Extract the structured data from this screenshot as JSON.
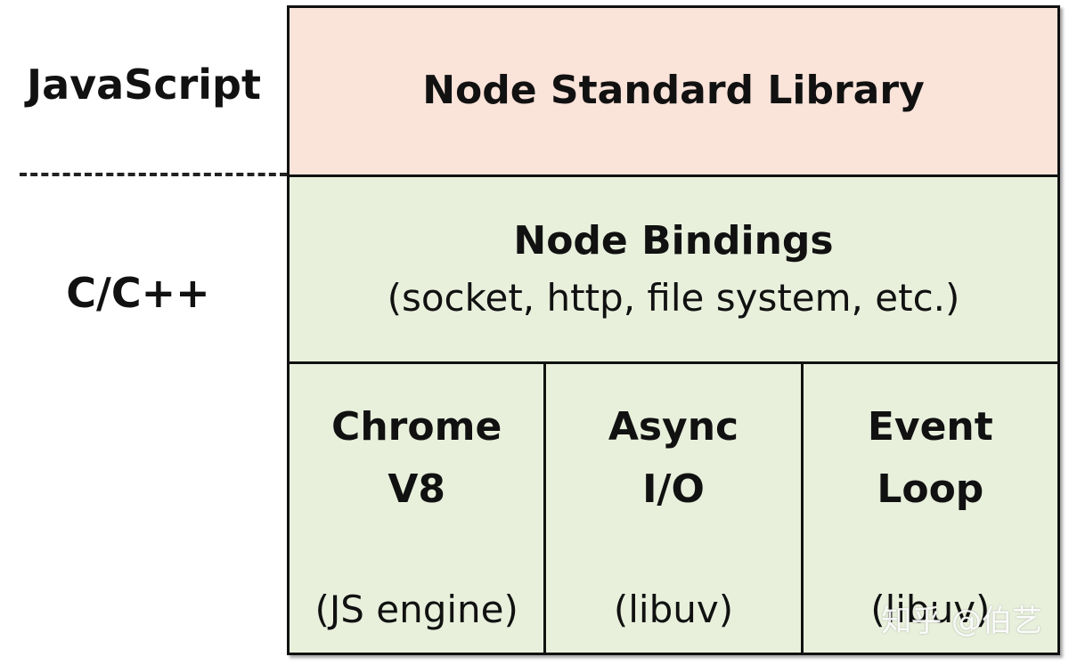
{
  "left_labels": {
    "javascript": "JavaScript",
    "cpp": "C/C++"
  },
  "stdlib": {
    "title": "Node Standard Library"
  },
  "bindings": {
    "title": "Node Bindings",
    "subtitle": "(socket, http, file system, etc.)"
  },
  "components": [
    {
      "line1": "Chrome",
      "line2": "V8",
      "note": "(JS engine)"
    },
    {
      "line1": "Async",
      "line2": "I/O",
      "note": "(libuv)"
    },
    {
      "line1": "Event",
      "line2": "Loop",
      "note": "(libuv)"
    }
  ],
  "watermark": "知乎 @伯艺",
  "colors": {
    "stdlib_fill": "#fae3d9",
    "cpp_fill": "#e8f0dc",
    "border": "#111111"
  }
}
